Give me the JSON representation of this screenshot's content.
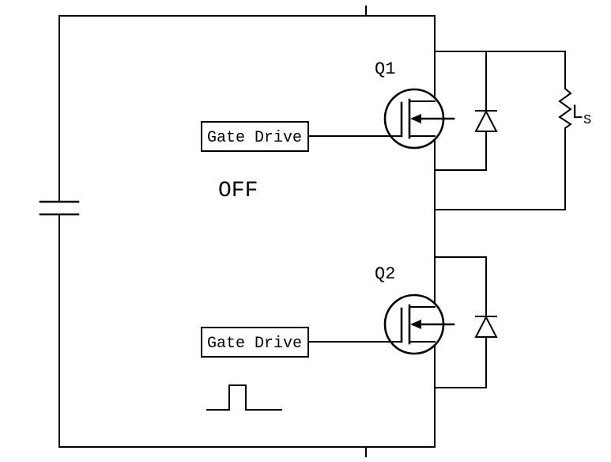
{
  "diagram": {
    "labels": {
      "q1": "Q1",
      "q2": "Q2",
      "off_state": "OFF",
      "gate_drive_q1": "Gate Drive",
      "gate_drive_q2": "Gate Drive",
      "load_inductor_main": "L",
      "load_inductor_sub": "S"
    },
    "colors": {
      "line": "#000000",
      "background": "#ffffff"
    }
  }
}
